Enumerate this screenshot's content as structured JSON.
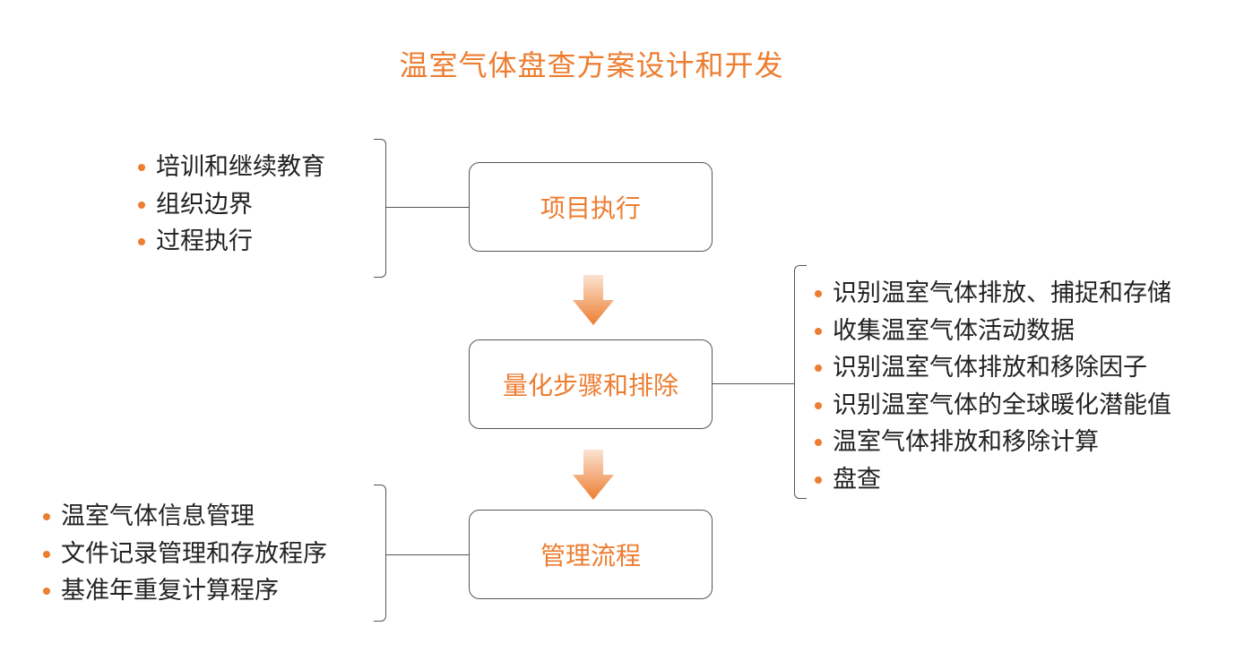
{
  "title": "温室气体盘查方案设计和开发",
  "colors": {
    "accent": "#ED7D31",
    "line": "#555555",
    "text": "#222222"
  },
  "nodes": [
    {
      "label": "项目执行",
      "details": [
        "培训和继续教育",
        "组织边界",
        "过程执行"
      ]
    },
    {
      "label": "量化步骤和排除",
      "details": [
        "识别温室气体排放、捕捉和存储",
        "收集温室气体活动数据",
        "识别温室气体排放和移除因子",
        "识别温室气体的全球暖化潜能值",
        "温室气体排放和移除计算",
        "盘查"
      ]
    },
    {
      "label": "管理流程",
      "details": [
        "温室气体信息管理",
        "文件记录管理和存放程序",
        "基准年重复计算程序"
      ]
    }
  ]
}
